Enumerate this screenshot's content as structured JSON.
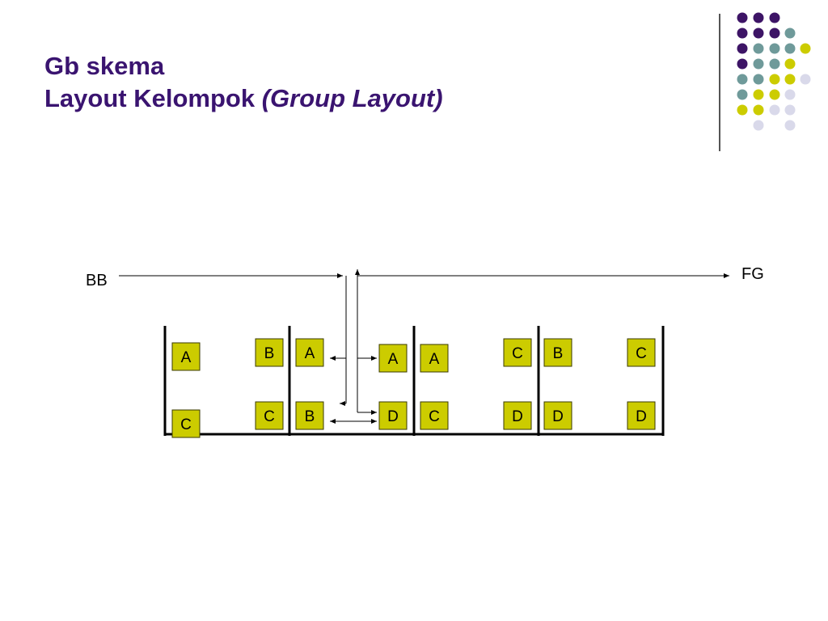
{
  "title": {
    "line1": "Gb skema",
    "line2_regular": "Layout Kelompok ",
    "line2_italic": "(Group Layout)"
  },
  "colors": {
    "title": "#3a1470",
    "dot_purple": "#3d1466",
    "dot_teal": "#6f9a9a",
    "dot_yellow": "#cccc00",
    "dot_lavender": "#d9d9ea",
    "box_fill": "#cccc00"
  },
  "diagram": {
    "source_label": "BB",
    "destination_label": "FG",
    "boxes": [
      "A",
      "C",
      "B",
      "C",
      "A",
      "B",
      "A",
      "D",
      "A",
      "C",
      "C",
      "D",
      "B",
      "D",
      "C",
      "D"
    ]
  }
}
